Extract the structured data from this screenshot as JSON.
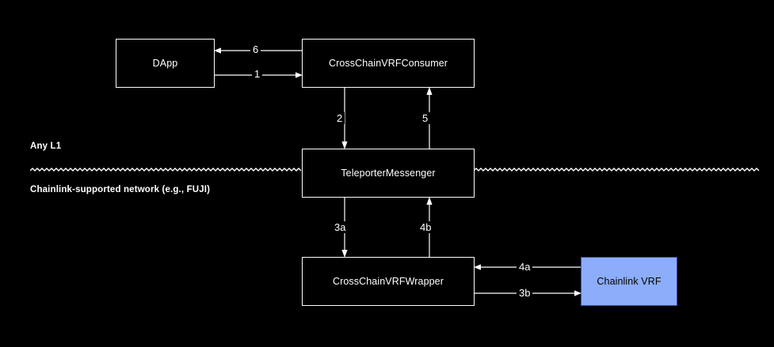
{
  "diagram": {
    "title_visible": false,
    "background_color": "#000000",
    "stroke_color": "#ffffff",
    "accent_fill": "#8cadf9",
    "accent_stroke": "#3f4fa8",
    "accent_text": "#000000"
  },
  "zones": [
    {
      "key": "upper",
      "label": "Any L1"
    },
    {
      "key": "lower",
      "label": "Chainlink-supported network (e.g., FUJI)"
    }
  ],
  "nodes": [
    {
      "key": "dapp",
      "label": "DApp",
      "style": "plain"
    },
    {
      "key": "consumer",
      "label": "CrossChainVRFConsumer",
      "style": "plain"
    },
    {
      "key": "messenger",
      "label": "TeleporterMessenger",
      "style": "plain"
    },
    {
      "key": "wrapper",
      "label": "CrossChainVRFWrapper",
      "style": "plain"
    },
    {
      "key": "chainlink",
      "label": "Chainlink VRF",
      "style": "accent"
    }
  ],
  "edges": [
    {
      "key": "e6",
      "label": "6",
      "from": "consumer",
      "to": "dapp",
      "direction": "left"
    },
    {
      "key": "e1",
      "label": "1",
      "from": "dapp",
      "to": "consumer",
      "direction": "right"
    },
    {
      "key": "e2",
      "label": "2",
      "from": "consumer",
      "to": "messenger",
      "direction": "down"
    },
    {
      "key": "e5",
      "label": "5",
      "from": "messenger",
      "to": "consumer",
      "direction": "up"
    },
    {
      "key": "e3a",
      "label": "3a",
      "from": "messenger",
      "to": "wrapper",
      "direction": "down"
    },
    {
      "key": "e4b",
      "label": "4b",
      "from": "wrapper",
      "to": "messenger",
      "direction": "up"
    },
    {
      "key": "e4a",
      "label": "4a",
      "from": "chainlink",
      "to": "wrapper",
      "direction": "left"
    },
    {
      "key": "e3b",
      "label": "3b",
      "from": "wrapper",
      "to": "chainlink",
      "direction": "right"
    }
  ]
}
